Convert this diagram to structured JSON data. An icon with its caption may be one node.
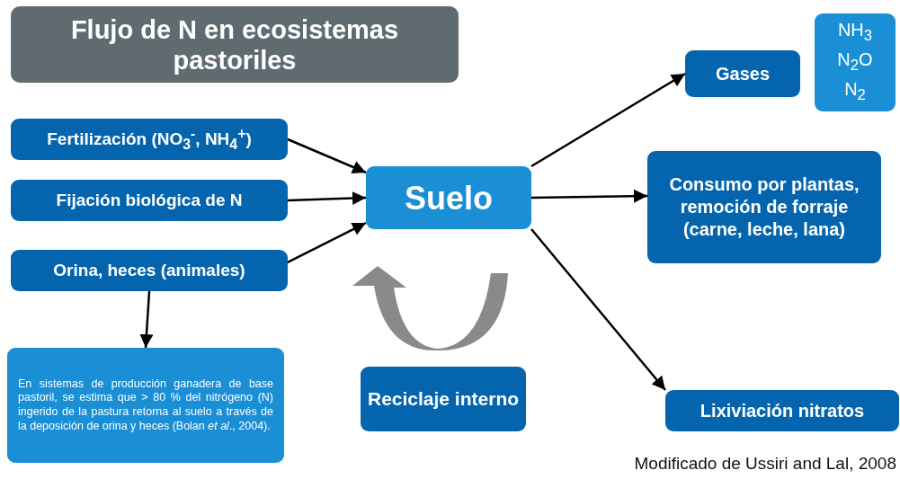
{
  "diagram": {
    "title": "Flujo de N en ecosistemas pastoriles",
    "nodes": [
      {
        "text": [
          "Fertilización (NO$_{3}$$^{-}$, NH$_{4}$$^{+}$)"
        ]
      },
      {
        "text": [
          "Fijación biológica de N"
        ]
      },
      {
        "text": [
          "Orina, heces (animales)"
        ]
      },
      {
        "text": [
          "Suelo"
        ]
      },
      {
        "text": [
          "Gases"
        ]
      },
      {
        "text": [
          "NH$_{3}$",
          "N$_{2}$O",
          "N$_{2}$"
        ]
      },
      {
        "text": [
          "Consumo por plantas, remoción de forraje (carne, leche, lana)"
        ]
      },
      {
        "text": [
          "Lixiviación nitratos"
        ]
      },
      {
        "text": [
          "En sistemas de producción ganadera de base pastoril, se estima que > 80 % del nitrógeno (N) ingerido de la pastura retorna al suelo a través de la deposición de orina y heces (Bolan *et al*., 2004)."
        ]
      },
      {
        "text": [
          "Reciclaje interno"
        ]
      }
    ],
    "edges": [
      {
        "from": 0,
        "to": 3,
        "arrow": "to"
      },
      {
        "from": 1,
        "to": 3,
        "arrow": "to"
      },
      {
        "from": 2,
        "to": 3,
        "arrow": "to"
      },
      {
        "from": 3,
        "to": 4,
        "arrow": "to"
      },
      {
        "from": 3,
        "to": 6,
        "arrow": "to"
      },
      {
        "from": 3,
        "to": 7,
        "arrow": "to"
      },
      {
        "from": 2,
        "to": 8,
        "arrow": "to"
      }
    ],
    "labels": [
      "Modificado de Ussiri and Lal, 2008"
    ]
  }
}
